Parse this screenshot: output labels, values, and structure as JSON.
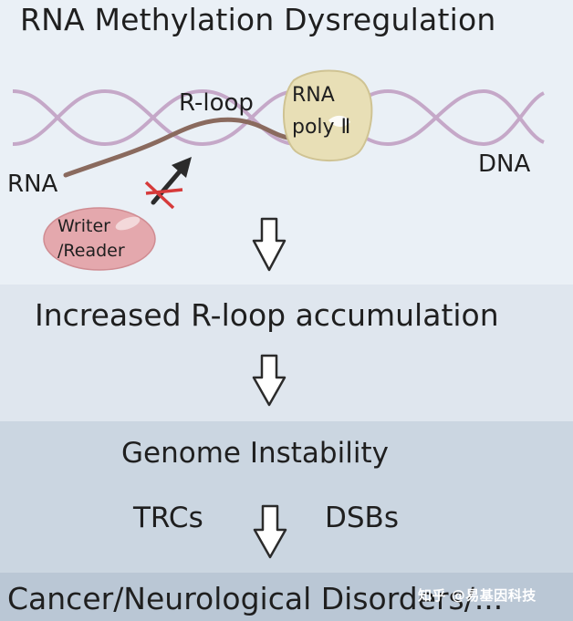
{
  "title": "RNA Methylation Dysregulation",
  "labels": {
    "r_loop": "R-loop",
    "rna": "RNA",
    "dna": "DNA",
    "rna_pol_line1": "RNA",
    "rna_pol_line2": "poly Ⅱ",
    "writer_line1": "Writer",
    "writer_line2": "/Reader"
  },
  "steps": {
    "step2": "Increased R-loop accumulation",
    "step3": "Genome Instability",
    "trcs": "TRCs",
    "dsbs": "DSBs",
    "step4": "Cancer/Neurological Disorders/..."
  },
  "watermark": "知乎 @易基因科技",
  "colors": {
    "dna_strand": "#c5a8c8",
    "rna_strand": "#8a6a5e",
    "polymerase": "#e8dfb6",
    "writer_reader": "#e4a8ad",
    "inhibit_cross": "#d63a3a",
    "arrow": "#2b2b2b"
  }
}
